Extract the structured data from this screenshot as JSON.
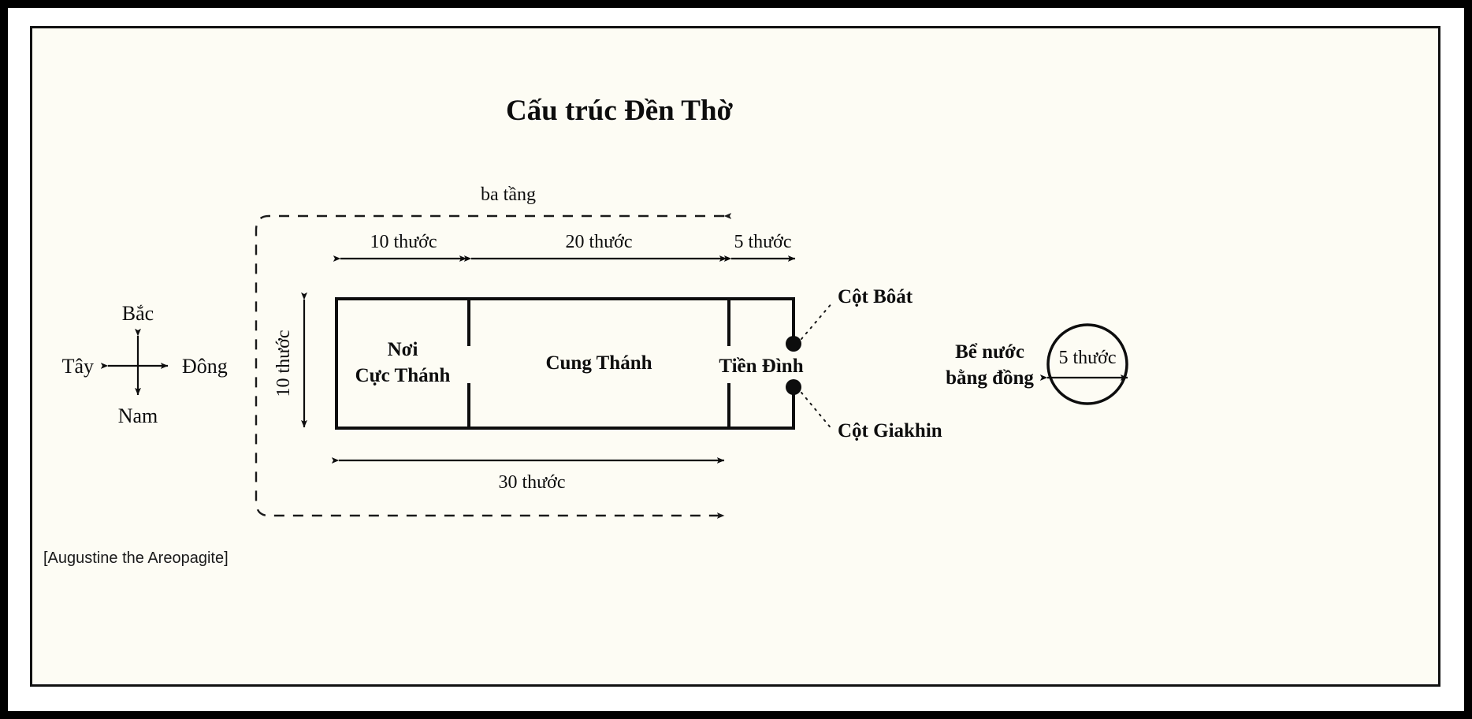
{
  "title": "Cấu trúc Đền Thờ",
  "credit": "[Augustine the Areopagite]",
  "compass": {
    "north": "Bắc",
    "south": "Nam",
    "west": "Tây",
    "east": "Đông"
  },
  "storeys_label": "ba tầng",
  "rooms": [
    {
      "name": "holy-of-holies",
      "line1": "Nơi",
      "line2": "Cực Thánh",
      "width_label": "10 thước"
    },
    {
      "name": "holy-place",
      "line1": "Cung Thánh",
      "line2": "",
      "width_label": "20 thước"
    },
    {
      "name": "porch",
      "line1": "Tiền Đình",
      "line2": "",
      "width_label": "5 thước"
    }
  ],
  "dimensions": {
    "depth_label": "10 thước",
    "total_width_label": "30 thước",
    "basin_diameter_label": "5 thước"
  },
  "pillars": [
    {
      "name": "boaz",
      "label": "Cột Bôát"
    },
    {
      "name": "jachin",
      "label": "Cột Giakhin"
    }
  ],
  "basin": {
    "line1": "Bể nước",
    "line2": "bằng đồng"
  },
  "colors": {
    "ink": "#0d0d0d",
    "paper": "#fdfcf4",
    "border": "#000000"
  }
}
